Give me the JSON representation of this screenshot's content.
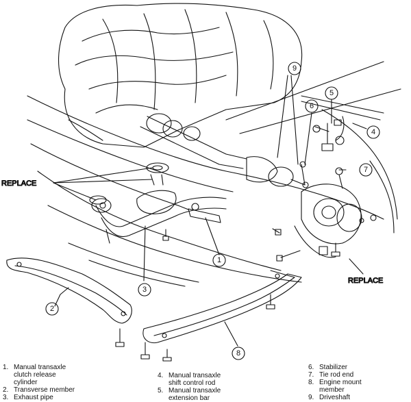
{
  "callouts": {
    "replace": "REPLACE",
    "n1": "1",
    "n2": "2",
    "n3": "3",
    "n4": "4",
    "n5": "5",
    "n6": "6",
    "n7": "7",
    "n8": "8",
    "n9": "9"
  },
  "legend": {
    "col1": [
      {
        "n": "1.",
        "text": "Manual transaxle\nclutch release\ncylinder"
      },
      {
        "n": "2.",
        "text": "Transverse member"
      },
      {
        "n": "3.",
        "text": "Exhaust pipe"
      }
    ],
    "col2": [
      {
        "n": "4.",
        "text": "Manual transaxle\nshift control rod"
      },
      {
        "n": "5.",
        "text": "Manual transaxle\nextension bar"
      }
    ],
    "col3": [
      {
        "n": "6.",
        "text": "Stabilizer"
      },
      {
        "n": "7.",
        "text": "Tie rod end"
      },
      {
        "n": "8.",
        "text": "Engine mount\nmember"
      },
      {
        "n": "9.",
        "text": "Driveshaft"
      }
    ]
  }
}
